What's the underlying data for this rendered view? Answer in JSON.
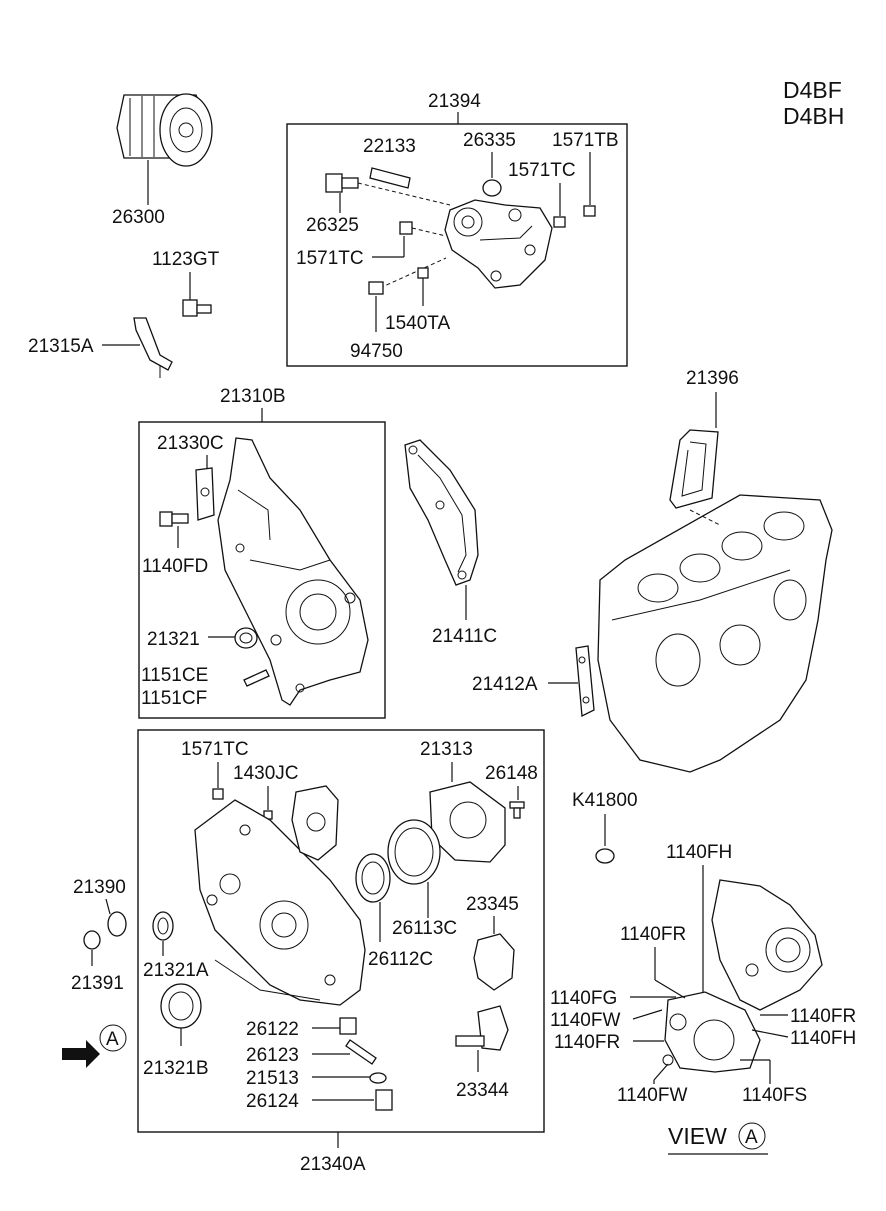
{
  "header": {
    "engine_codes": [
      "D4BF",
      "D4BH"
    ]
  },
  "labels": {
    "oil_filter": "26300",
    "bolt_1123gt": "1123GT",
    "bracket": "21315A",
    "water_pump_assy": "21394",
    "pin_22133": "22133",
    "seal_26335": "26335",
    "plug_1571tb": "1571TB",
    "plug_1571tc_top": "1571TC",
    "bolt_26325": "26325",
    "plug_1571tc_left": "1571TC",
    "bolt_1540ta": "1540TA",
    "sensor_94750": "94750",
    "front_cover_assy": "21310B",
    "plate_21330c": "21330C",
    "bolt_1140fd": "1140FD",
    "seal_21321": "21321",
    "spring_1151ce": "1151CE",
    "spring_1151cf": "1151CF",
    "gasket_21411c": "21411C",
    "gasket_21396": "21396",
    "gasket_21412a": "21412A",
    "oil_pump_assy": "21340A",
    "plug_1571tc_low": "1571TC",
    "pin_1430jc": "1430JC",
    "cover_21313": "21313",
    "screw_26148": "26148",
    "rotor_26113c": "26113C",
    "rotor_26112c": "26112C",
    "gear_23345": "23345",
    "ring_21390": "21390",
    "plug_21391": "21391",
    "seal_21321a": "21321A",
    "seal_21321b": "21321B",
    "plug_26122": "26122",
    "spring_26123": "26123",
    "washer_21513": "21513",
    "plug_26124": "26124",
    "gear_23344": "23344",
    "plug_k41800": "K41800",
    "bolt_1140fh_top": "1140FH",
    "bolt_1140fr_top": "1140FR",
    "bolt_1140fg": "1140FG",
    "bolt_1140fw_left": "1140FW",
    "bolt_1140fr_left": "1140FR",
    "bolt_1140fr_right": "1140FR",
    "bolt_1140fh_right": "1140FH",
    "bolt_1140fw_bottom": "1140FW",
    "bolt_1140fs": "1140FS",
    "view_marker": "A",
    "view_text": "VIEW",
    "view_circle": "A"
  }
}
